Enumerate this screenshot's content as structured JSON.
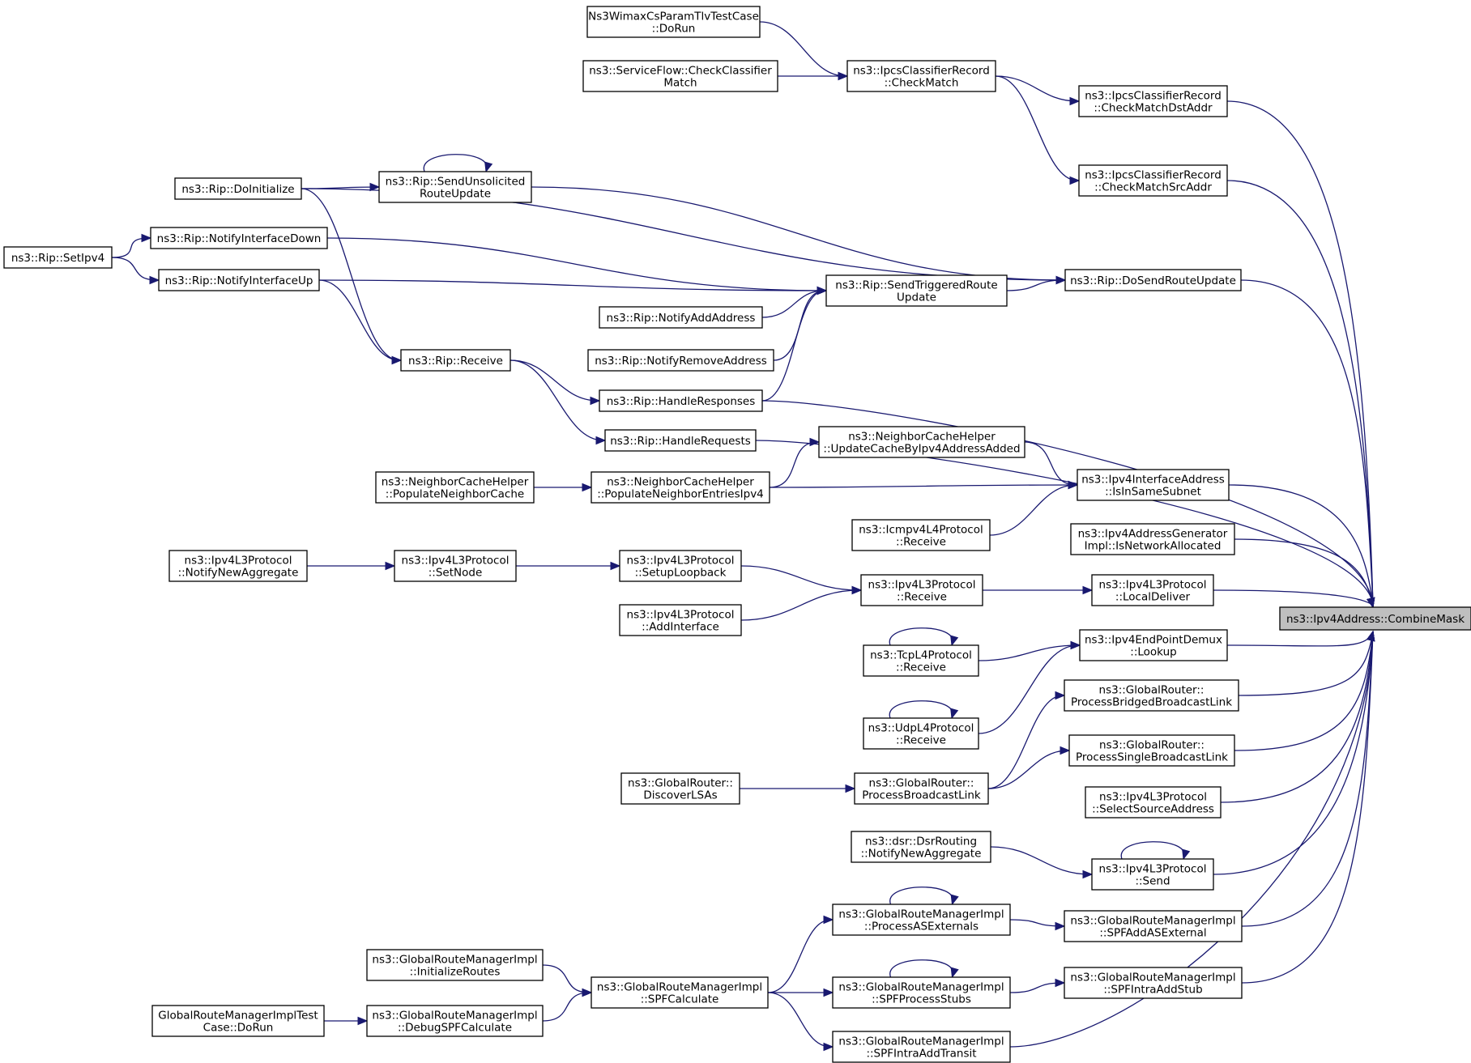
{
  "diagram": {
    "type": "call-graph",
    "nodes": [
      {
        "id": "n_combine",
        "lines": [
          "ns3::Ipv4Address::CombineMask"
        ],
        "focus": true
      },
      {
        "id": "n_wimax",
        "lines": [
          "Ns3WimaxCsParamTlvTestCase",
          "::DoRun"
        ]
      },
      {
        "id": "n_sfcheck",
        "lines": [
          "ns3::ServiceFlow::CheckClassifier",
          "Match"
        ]
      },
      {
        "id": "n_ipcsmatch",
        "lines": [
          "ns3::IpcsClassifierRecord",
          "::CheckMatch"
        ]
      },
      {
        "id": "n_ipcsdst",
        "lines": [
          "ns3::IpcsClassifierRecord",
          "::CheckMatchDstAddr"
        ]
      },
      {
        "id": "n_ipcssrc",
        "lines": [
          "ns3::IpcsClassifierRecord",
          "::CheckMatchSrcAddr"
        ]
      },
      {
        "id": "n_ripinit",
        "lines": [
          "ns3::Rip::DoInitialize"
        ]
      },
      {
        "id": "n_ripunsol",
        "lines": [
          "ns3::Rip::SendUnsolicited",
          "RouteUpdate"
        ]
      },
      {
        "id": "n_ripsetipv4",
        "lines": [
          "ns3::Rip::SetIpv4"
        ]
      },
      {
        "id": "n_ripifdown",
        "lines": [
          "ns3::Rip::NotifyInterfaceDown"
        ]
      },
      {
        "id": "n_ripifup",
        "lines": [
          "ns3::Rip::NotifyInterfaceUp"
        ]
      },
      {
        "id": "n_riptrig",
        "lines": [
          "ns3::Rip::SendTriggeredRoute",
          "Update"
        ]
      },
      {
        "id": "n_ripdosend",
        "lines": [
          "ns3::Rip::DoSendRouteUpdate"
        ]
      },
      {
        "id": "n_ripaddaddr",
        "lines": [
          "ns3::Rip::NotifyAddAddress"
        ]
      },
      {
        "id": "n_riprmaddr",
        "lines": [
          "ns3::Rip::NotifyRemoveAddress"
        ]
      },
      {
        "id": "n_riprecv",
        "lines": [
          "ns3::Rip::Receive"
        ]
      },
      {
        "id": "n_riphresp",
        "lines": [
          "ns3::Rip::HandleResponses"
        ]
      },
      {
        "id": "n_riphreq",
        "lines": [
          "ns3::Rip::HandleRequests"
        ]
      },
      {
        "id": "n_nchupdate",
        "lines": [
          "ns3::NeighborCacheHelper",
          "::UpdateCacheByIpv4AddressAdded"
        ]
      },
      {
        "id": "n_nchpopcache",
        "lines": [
          "ns3::NeighborCacheHelper",
          "::PopulateNeighborCache"
        ]
      },
      {
        "id": "n_nchpopentries",
        "lines": [
          "ns3::NeighborCacheHelper",
          "::PopulateNeighborEntriesIpv4"
        ]
      },
      {
        "id": "n_ifaddrsubnet",
        "lines": [
          "ns3::Ipv4InterfaceAddress",
          "::IsInSameSubnet"
        ]
      },
      {
        "id": "n_icmprecv",
        "lines": [
          "ns3::Icmpv4L4Protocol",
          "::Receive"
        ]
      },
      {
        "id": "n_addrgen",
        "lines": [
          "ns3::Ipv4AddressGenerator",
          "Impl::IsNetworkAllocated"
        ]
      },
      {
        "id": "n_l3notify",
        "lines": [
          "ns3::Ipv4L3Protocol",
          "::NotifyNewAggregate"
        ]
      },
      {
        "id": "n_l3setnode",
        "lines": [
          "ns3::Ipv4L3Protocol",
          "::SetNode"
        ]
      },
      {
        "id": "n_l3loop",
        "lines": [
          "ns3::Ipv4L3Protocol",
          "::SetupLoopback"
        ]
      },
      {
        "id": "n_l3recv",
        "lines": [
          "ns3::Ipv4L3Protocol",
          "::Receive"
        ]
      },
      {
        "id": "n_l3local",
        "lines": [
          "ns3::Ipv4L3Protocol",
          "::LocalDeliver"
        ]
      },
      {
        "id": "n_l3addif",
        "lines": [
          "ns3::Ipv4L3Protocol",
          "::AddInterface"
        ]
      },
      {
        "id": "n_demux",
        "lines": [
          "ns3::Ipv4EndPointDemux",
          "::Lookup"
        ]
      },
      {
        "id": "n_tcprecv",
        "lines": [
          "ns3::TcpL4Protocol",
          "::Receive"
        ]
      },
      {
        "id": "n_udprecv",
        "lines": [
          "ns3::UdpL4Protocol",
          "::Receive"
        ]
      },
      {
        "id": "n_grbridged",
        "lines": [
          "ns3::GlobalRouter::",
          "ProcessBridgedBroadcastLink"
        ]
      },
      {
        "id": "n_grsingle",
        "lines": [
          "ns3::GlobalRouter::",
          "ProcessSingleBroadcastLink"
        ]
      },
      {
        "id": "n_grdiscover",
        "lines": [
          "ns3::GlobalRouter::",
          "DiscoverLSAs"
        ]
      },
      {
        "id": "n_grbcast",
        "lines": [
          "ns3::GlobalRouter::",
          "ProcessBroadcastLink"
        ]
      },
      {
        "id": "n_l3selsrc",
        "lines": [
          "ns3::Ipv4L3Protocol",
          "::SelectSourceAddress"
        ]
      },
      {
        "id": "n_dsrnotify",
        "lines": [
          "ns3::dsr::DsrRouting",
          "::NotifyNewAggregate"
        ]
      },
      {
        "id": "n_l3send",
        "lines": [
          "ns3::Ipv4L3Protocol",
          "::Send"
        ]
      },
      {
        "id": "n_grmprocext",
        "lines": [
          "ns3::GlobalRouteManagerImpl",
          "::ProcessASExternals"
        ]
      },
      {
        "id": "n_grmaddext",
        "lines": [
          "ns3::GlobalRouteManagerImpl",
          "::SPFAddASExternal"
        ]
      },
      {
        "id": "n_grminit",
        "lines": [
          "ns3::GlobalRouteManagerImpl",
          "::InitializeRoutes"
        ]
      },
      {
        "id": "n_grmcalc",
        "lines": [
          "ns3::GlobalRouteManagerImpl",
          "::SPFCalculate"
        ]
      },
      {
        "id": "n_grmstubs",
        "lines": [
          "ns3::GlobalRouteManagerImpl",
          "::SPFProcessStubs"
        ]
      },
      {
        "id": "n_grmintrastub",
        "lines": [
          "ns3::GlobalRouteManagerImpl",
          "::SPFIntraAddStub"
        ]
      },
      {
        "id": "n_grmtest",
        "lines": [
          "GlobalRouteManagerImplTest",
          "Case::DoRun"
        ]
      },
      {
        "id": "n_grmdebug",
        "lines": [
          "ns3::GlobalRouteManagerImpl",
          "::DebugSPFCalculate"
        ]
      },
      {
        "id": "n_grmtransit",
        "lines": [
          "ns3::GlobalRouteManagerImpl",
          "::SPFIntraAddTransit"
        ]
      }
    ],
    "edges": [
      {
        "from": "n_wimax",
        "to": "n_ipcsmatch"
      },
      {
        "from": "n_sfcheck",
        "to": "n_ipcsmatch"
      },
      {
        "from": "n_ipcsmatch",
        "to": "n_ipcsdst"
      },
      {
        "from": "n_ipcsmatch",
        "to": "n_ipcssrc"
      },
      {
        "from": "n_ipcsdst",
        "to": "n_combine"
      },
      {
        "from": "n_ipcssrc",
        "to": "n_combine"
      },
      {
        "from": "n_ripinit",
        "to": "n_ripunsol"
      },
      {
        "from": "n_ripinit",
        "to": "n_ripdosend"
      },
      {
        "from": "n_ripunsol",
        "to": "n_ripunsol"
      },
      {
        "from": "n_ripunsol",
        "to": "n_ripdosend"
      },
      {
        "from": "n_ripsetipv4",
        "to": "n_ripifdown"
      },
      {
        "from": "n_ripsetipv4",
        "to": "n_ripifup"
      },
      {
        "from": "n_ripifdown",
        "to": "n_riptrig"
      },
      {
        "from": "n_ripifup",
        "to": "n_riptrig"
      },
      {
        "from": "n_ripifup",
        "to": "n_riprecv"
      },
      {
        "from": "n_ripinit",
        "to": "n_riprecv"
      },
      {
        "from": "n_ripaddaddr",
        "to": "n_riptrig"
      },
      {
        "from": "n_riprmaddr",
        "to": "n_riptrig"
      },
      {
        "from": "n_riphresp",
        "to": "n_riptrig"
      },
      {
        "from": "n_riptrig",
        "to": "n_ripdosend"
      },
      {
        "from": "n_ripdosend",
        "to": "n_combine"
      },
      {
        "from": "n_riprecv",
        "to": "n_riphresp"
      },
      {
        "from": "n_riprecv",
        "to": "n_riphreq"
      },
      {
        "from": "n_riphresp",
        "to": "n_combine"
      },
      {
        "from": "n_riphreq",
        "to": "n_combine"
      },
      {
        "from": "n_nchpopcache",
        "to": "n_nchpopentries"
      },
      {
        "from": "n_nchpopentries",
        "to": "n_nchupdate"
      },
      {
        "from": "n_nchupdate",
        "to": "n_ifaddrsubnet"
      },
      {
        "from": "n_nchpopentries",
        "to": "n_ifaddrsubnet"
      },
      {
        "from": "n_icmprecv",
        "to": "n_ifaddrsubnet"
      },
      {
        "from": "n_ifaddrsubnet",
        "to": "n_combine"
      },
      {
        "from": "n_addrgen",
        "to": "n_combine"
      },
      {
        "from": "n_l3notify",
        "to": "n_l3setnode"
      },
      {
        "from": "n_l3setnode",
        "to": "n_l3loop"
      },
      {
        "from": "n_l3loop",
        "to": "n_l3recv"
      },
      {
        "from": "n_l3addif",
        "to": "n_l3recv"
      },
      {
        "from": "n_l3recv",
        "to": "n_l3local"
      },
      {
        "from": "n_l3local",
        "to": "n_combine"
      },
      {
        "from": "n_tcprecv",
        "to": "n_tcprecv"
      },
      {
        "from": "n_tcprecv",
        "to": "n_demux"
      },
      {
        "from": "n_udprecv",
        "to": "n_udprecv"
      },
      {
        "from": "n_udprecv",
        "to": "n_demux"
      },
      {
        "from": "n_demux",
        "to": "n_combine"
      },
      {
        "from": "n_grdiscover",
        "to": "n_grbcast"
      },
      {
        "from": "n_grbcast",
        "to": "n_grbridged"
      },
      {
        "from": "n_grbcast",
        "to": "n_grsingle"
      },
      {
        "from": "n_grbridged",
        "to": "n_combine"
      },
      {
        "from": "n_grsingle",
        "to": "n_combine"
      },
      {
        "from": "n_l3selsrc",
        "to": "n_combine"
      },
      {
        "from": "n_dsrnotify",
        "to": "n_l3send"
      },
      {
        "from": "n_l3send",
        "to": "n_l3send"
      },
      {
        "from": "n_l3send",
        "to": "n_combine"
      },
      {
        "from": "n_grmprocext",
        "to": "n_grmprocext"
      },
      {
        "from": "n_grmprocext",
        "to": "n_grmaddext"
      },
      {
        "from": "n_grmaddext",
        "to": "n_combine"
      },
      {
        "from": "n_grminit",
        "to": "n_grmcalc"
      },
      {
        "from": "n_grmdebug",
        "to": "n_grmcalc"
      },
      {
        "from": "n_grmtest",
        "to": "n_grmdebug"
      },
      {
        "from": "n_grmcalc",
        "to": "n_grmprocext"
      },
      {
        "from": "n_grmcalc",
        "to": "n_grmstubs"
      },
      {
        "from": "n_grmcalc",
        "to": "n_grmtransit"
      },
      {
        "from": "n_grmstubs",
        "to": "n_grmstubs"
      },
      {
        "from": "n_grmstubs",
        "to": "n_grmintrastub"
      },
      {
        "from": "n_grmintrastub",
        "to": "n_combine"
      },
      {
        "from": "n_grmtransit",
        "to": "n_combine"
      }
    ],
    "colors": {
      "edge": "#191970",
      "node_border": "#000000",
      "node_fill": "#ffffff",
      "focus_fill": "#bfbfbf"
    }
  }
}
